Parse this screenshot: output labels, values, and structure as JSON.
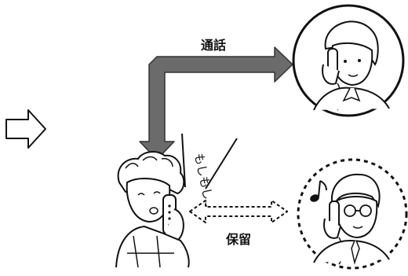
{
  "labels": {
    "call": "通話",
    "hold": "保留",
    "speech": "もしもし…"
  },
  "icons": {
    "step_arrow": "hollow-right-arrow-icon",
    "flow_arrow": "thick-elbow-arrow",
    "hold_arrow": "dashed-double-arrow",
    "music_note": "music-note-icon"
  },
  "colors": {
    "ink": "#111111",
    "arrow_fill": "#6b6b6b",
    "paper": "#ffffff"
  }
}
